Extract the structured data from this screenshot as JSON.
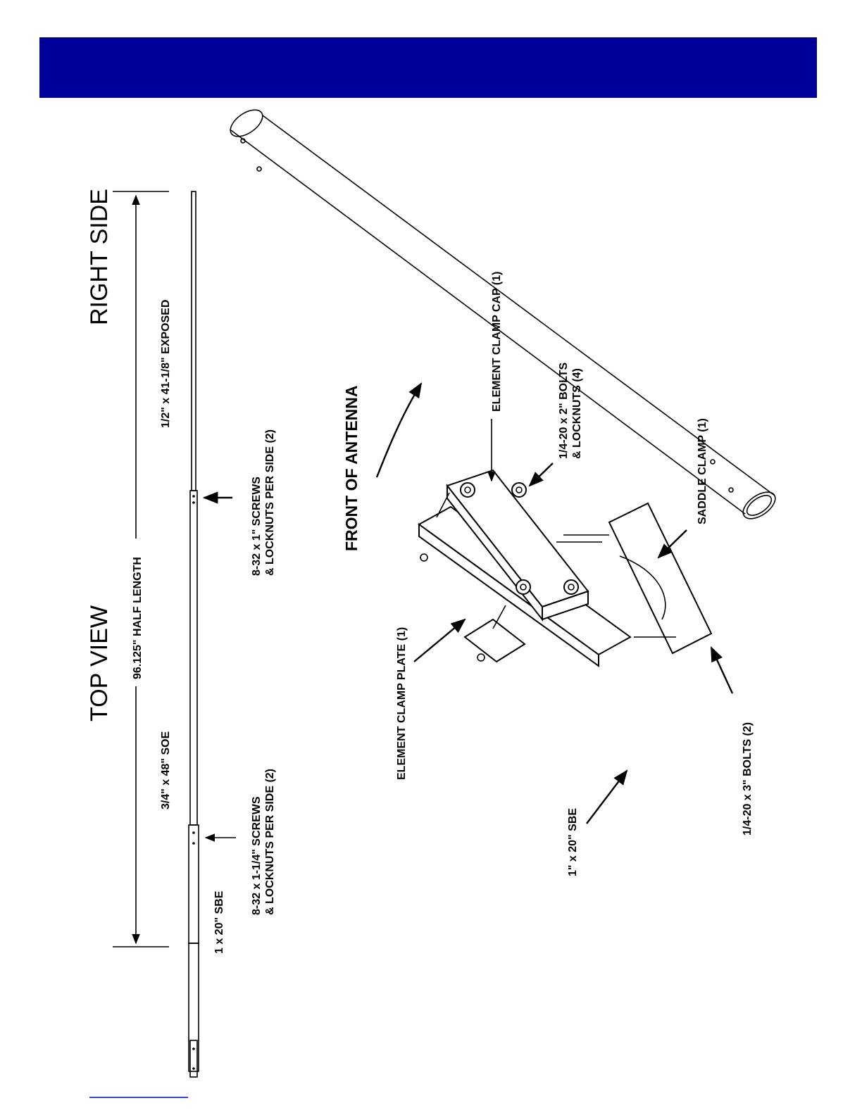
{
  "header": {
    "bar_color": "#000099"
  },
  "top_view": {
    "heading_top": "TOP VIEW",
    "heading_right": "RIGHT SIDE",
    "half_length": "96.125\" HALF LENGTH",
    "exposed": "1/2\" x 41-1/8\" EXPOSED",
    "soe": "3/4\" x 48\" SOE",
    "sbe": "1 x 20\" SBE",
    "screws_1_line1": "8-32 x 1\" SCREWS",
    "screws_1_line2": "& LOCKNUTS PER SIDE (2)",
    "screws_2_line1": "8-32 x 1-1/4\" SCREWS",
    "screws_2_line2": "& LOCKNUTS PER SIDE (2)"
  },
  "assembly": {
    "front": "FRONT OF ANTENNA",
    "clamp_cap": "ELEMENT CLAMP CAP (1)",
    "bolts_2in_line1": "1/4-20 x 2\" BOLTS",
    "bolts_2in_line2": "& LOCKNUTS (4)",
    "saddle_clamp": "SADDLE CLAMP (1)",
    "clamp_plate": "ELEMENT CLAMP PLATE (1)",
    "bolts_3in": "1/4-20 x 3\" BOLTS (2)",
    "tube_sbe": "1\" x 20\" SBE"
  }
}
